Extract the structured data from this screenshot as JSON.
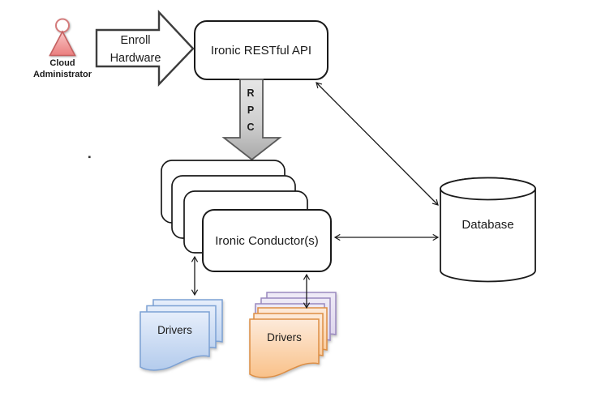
{
  "diagram": {
    "title_implicit": "Ironic architecture diagram",
    "actor": {
      "label": [
        "Cloud",
        "Administrator"
      ]
    },
    "enroll_arrow": {
      "label": [
        "Enroll",
        "Hardware"
      ]
    },
    "api_box": {
      "label": "Ironic RESTful API"
    },
    "rpc_arrow": {
      "letters": [
        "R",
        "P",
        "C"
      ]
    },
    "conductors": {
      "label": "Ironic Conductor(s)",
      "stack_count": 4
    },
    "database": {
      "label": "Database"
    },
    "drivers_left": {
      "label": "Drivers",
      "card_color": "blue",
      "stack_count": 3
    },
    "drivers_right": {
      "label": "Drivers",
      "front_card_color": "orange",
      "back_card_color": "purple",
      "orange_count": 3,
      "purple_count": 3
    },
    "colors": {
      "actor_fill": "#f29a9a",
      "actor_stroke": "#c46161",
      "box_stroke": "#1a1a1a",
      "rpc_fill": "#c9c9c9",
      "rpc_stroke": "#5a5a5a",
      "blue_card_fill": "#c9dcf3",
      "blue_card_stroke": "#7ca1d4",
      "orange_card_fill": "#fbd0a2",
      "orange_card_stroke": "#dd8e44",
      "purple_card_fill": "#e0d8ee",
      "purple_card_stroke": "#9a89bf",
      "connector": "#1a1a1a"
    }
  }
}
